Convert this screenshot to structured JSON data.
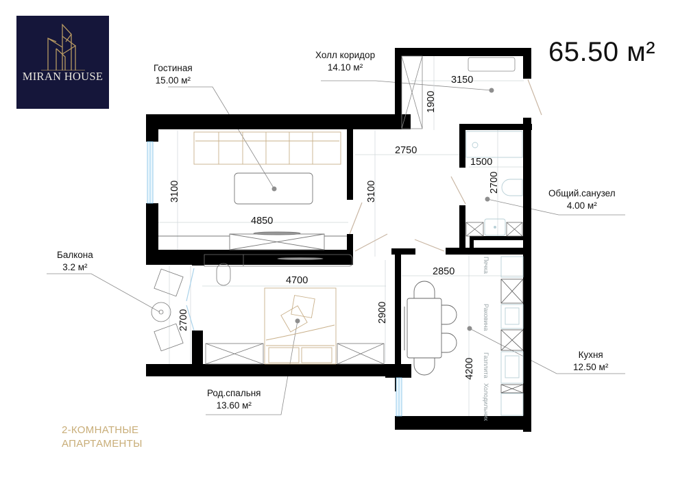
{
  "brand": {
    "name": "MIRAN HOUSE",
    "background_color": "#15163a",
    "accent_color": "#b89a62"
  },
  "total_area": "65.50 м²",
  "subtitle": {
    "line1": "2-КОМНАТНЫЕ",
    "line2": "АПАРТАМЕНТЫ",
    "color": "#c8ad78"
  },
  "rooms": {
    "living": {
      "name": "Гостиная",
      "area": "15.00 м²",
      "width": "4850",
      "depth": "3100"
    },
    "hall": {
      "name": "Холл коридор",
      "area": "14.10 м²",
      "width_top": "3150",
      "depth_top": "1900",
      "width": "2750",
      "depth": "3100"
    },
    "bathroom": {
      "name": "Общий.санузел",
      "area": "4.00 м²",
      "width": "1500",
      "depth": "2700"
    },
    "balcony": {
      "name": "Балкона",
      "area": "3.2 м²",
      "depth": "2700"
    },
    "bedroom": {
      "name": "Род.спальня",
      "area": "13.60 м²",
      "width": "4700",
      "depth": "2900"
    },
    "kitchen": {
      "name": "Кухня",
      "area": "12.50 м²",
      "width": "2850",
      "depth": "4200"
    }
  },
  "kitchen_fixtures": [
    "Печка",
    "Раковина",
    "Газплита",
    "Холодильник"
  ],
  "colors": {
    "wall": "#000000",
    "furniture_beige": "#c9b08a",
    "window_blue": "#9fd3ee",
    "leader_line": "#8a8a8a",
    "marker": "#8e8e8e"
  }
}
